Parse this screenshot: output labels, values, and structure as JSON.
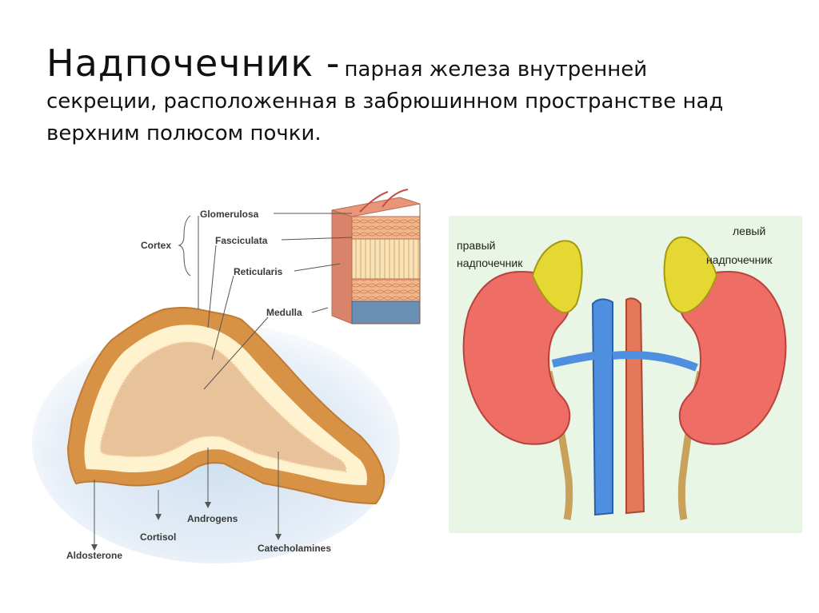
{
  "title": {
    "main": "Надпочечник -",
    "line1_rest": "парная железа внутренней",
    "line2": "секреции, расположенная в забрюшинном пространстве над",
    "line3": "верхним полюсом почки."
  },
  "left_diagram": {
    "cortex": "Cortex",
    "glomerulosa": "Glomerulosa",
    "fasciculata": "Fasciculata",
    "reticularis": "Reticularis",
    "medulla": "Medulla",
    "androgens": "Androgens",
    "cortisol": "Cortisol",
    "aldosterone": "Aldosterone",
    "catecholamines": "Catecholamines"
  },
  "right_diagram": {
    "right_gland_l1": "правый",
    "right_gland_l2": "надпочечник",
    "left_gland_l1": "левый",
    "left_gland_l2": "надпочечник"
  },
  "colors": {
    "cortex_outer": "#e2a85a",
    "cortex_band": "#fff2cf",
    "medulla": "#e8c39a",
    "kidney": "#ee6e66",
    "gland": "#e6d833",
    "vena_cava": "#4f8fe0",
    "aorta": "#e5775b",
    "panel_bg": "#e9f5e5"
  }
}
